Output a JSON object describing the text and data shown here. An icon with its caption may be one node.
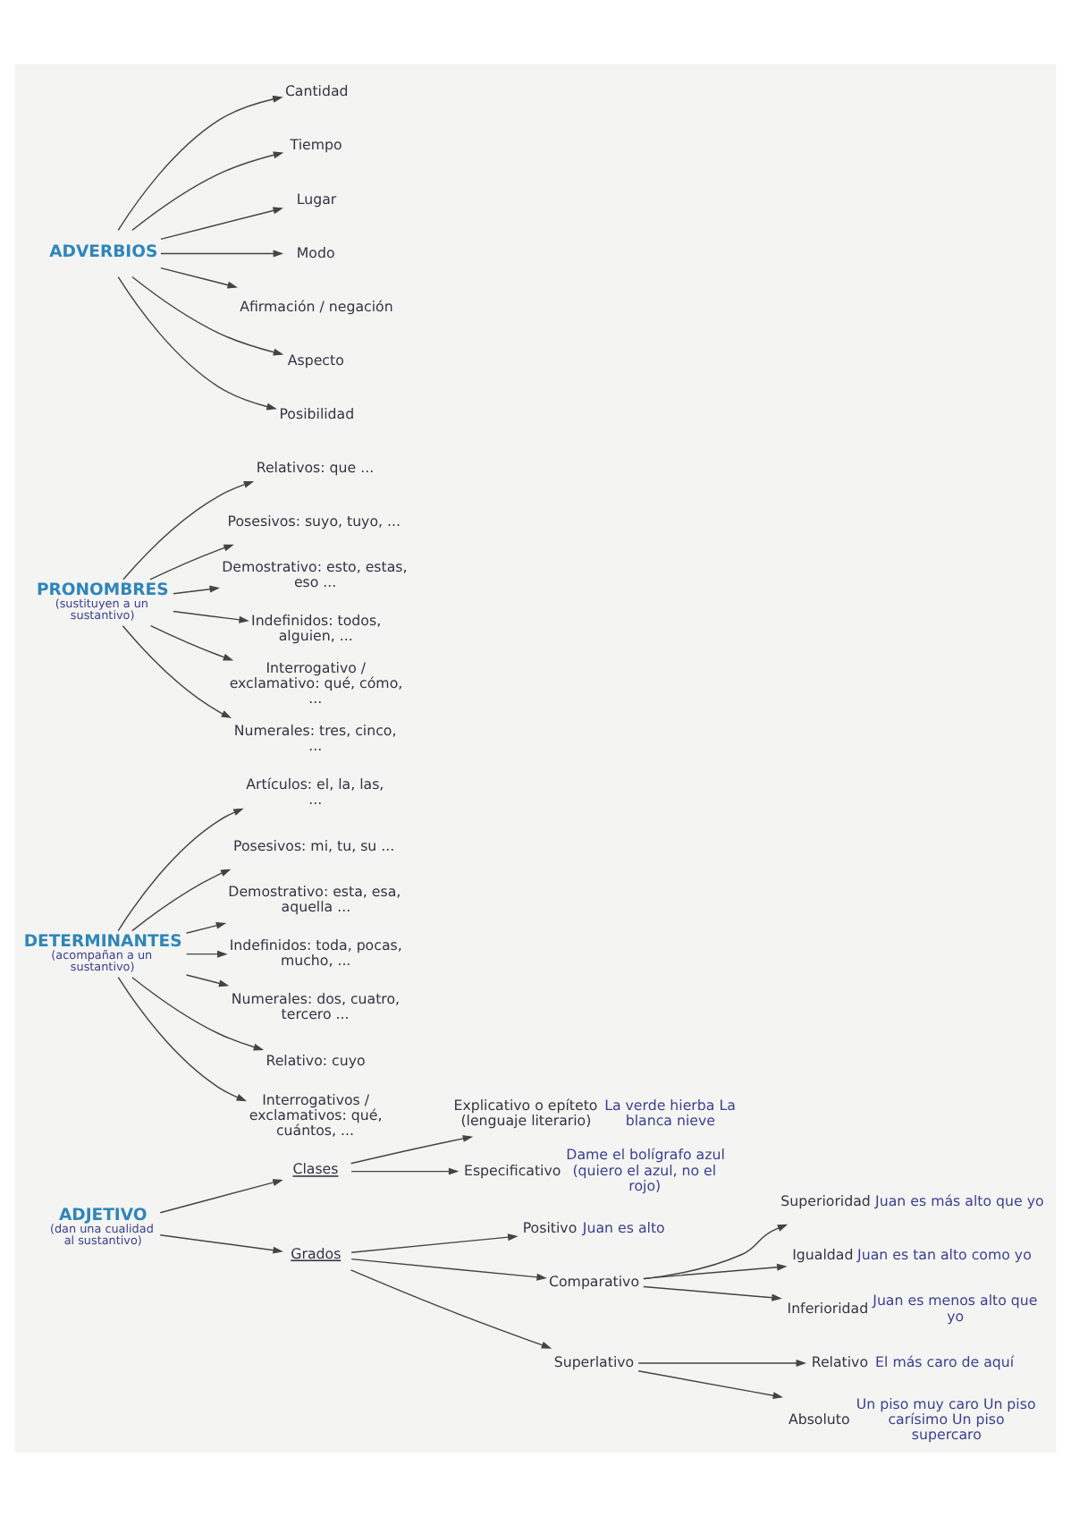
{
  "diagram": {
    "nodes": [
      {
        "text": [
          "ADJETIVO",
          "(dan una cualidad al sustantivo)"
        ]
      },
      {
        "text": [
          "Clases"
        ]
      },
      {
        "text": [
          "Explicativo o epíteto (lenguaje literario)"
        ],
        "beside": [
          "La verde hierba La blanca nieve"
        ]
      },
      {
        "text": [
          "Especificativo"
        ],
        "beside": [
          "Dame el bolígrafo azul (quiero el azul, no el rojo)"
        ]
      },
      {
        "text": [
          "Grados"
        ]
      },
      {
        "text": [
          "Positivo"
        ],
        "beside": [
          "Juan es alto"
        ]
      },
      {
        "text": [
          "Comparativo"
        ]
      },
      {
        "text": [
          "Superioridad"
        ],
        "beside": [
          "Juan es más alto que yo"
        ]
      },
      {
        "text": [
          "Igualdad"
        ],
        "beside": [
          "Juan es tan alto como yo"
        ]
      },
      {
        "text": [
          "Inferioridad"
        ],
        "beside": [
          "Juan es menos alto que yo"
        ]
      },
      {
        "text": [
          "Superlativo"
        ]
      },
      {
        "text": [
          "Relativo"
        ],
        "beside": [
          "El más caro de aquí"
        ]
      },
      {
        "text": [
          "Absoluto"
        ],
        "beside": [
          "Un piso muy caro Un piso carísimo Un piso supercaro"
        ]
      },
      {
        "text": [
          "DETERMINANTES",
          "(acompañan a un sustantivo)"
        ]
      },
      {
        "text": [
          "Artículos: el, la, las, ..."
        ]
      },
      {
        "text": [
          "Posesivos: mi, tu, su ..."
        ]
      },
      {
        "text": [
          "Demostrativo: esta, esa, aquella ..."
        ]
      },
      {
        "text": [
          "Indefinidos: toda, pocas, mucho, ..."
        ]
      },
      {
        "text": [
          "Numerales: dos, cuatro, tercero ..."
        ]
      },
      {
        "text": [
          "Relativo: cuyo"
        ]
      },
      {
        "text": [
          "Interrogativos / exclamativos: qué, cuántos, ..."
        ]
      },
      {
        "text": [
          "PRONOMBRES",
          "(sustituyen a un sustantivo)"
        ]
      },
      {
        "text": [
          "Relativos: que ..."
        ]
      },
      {
        "text": [
          "Posesivos: suyo, tuyo, ..."
        ]
      },
      {
        "text": [
          "Demostrativo: esto, estas, eso ..."
        ]
      },
      {
        "text": [
          "Indefinidos: todos, alguien, ..."
        ]
      },
      {
        "text": [
          "Interrogativo / exclamativo: qué, cómo, ..."
        ]
      },
      {
        "text": [
          "Numerales: tres, cinco, ..."
        ]
      },
      {
        "text": [
          "ADVERBIOS"
        ]
      },
      {
        "text": [
          "Cantidad"
        ]
      },
      {
        "text": [
          "Tiempo"
        ]
      },
      {
        "text": [
          "Lugar"
        ]
      },
      {
        "text": [
          "Modo"
        ]
      },
      {
        "text": [
          "Afirmación / negación"
        ]
      },
      {
        "text": [
          "Aspecto"
        ]
      },
      {
        "text": [
          "Posibilidad"
        ]
      }
    ],
    "edges": [
      {
        "from": 0,
        "to": 1,
        "arrow": "to"
      },
      {
        "from": 1,
        "to": 2,
        "arrow": "to"
      },
      {
        "from": 1,
        "to": 3,
        "arrow": "to"
      },
      {
        "from": 0,
        "to": 4,
        "arrow": "to"
      },
      {
        "from": 4,
        "to": 5,
        "arrow": "to"
      },
      {
        "from": 4,
        "to": 6,
        "arrow": "to"
      },
      {
        "from": 6,
        "to": 7,
        "arrow": "to"
      },
      {
        "from": 6,
        "to": 8,
        "arrow": "to"
      },
      {
        "from": 6,
        "to": 9,
        "arrow": "to"
      },
      {
        "from": 4,
        "to": 10,
        "arrow": "to"
      },
      {
        "from": 10,
        "to": 11,
        "arrow": "to"
      },
      {
        "from": 10,
        "to": 12,
        "arrow": "to"
      },
      {
        "from": 13,
        "to": 14,
        "arrow": "to"
      },
      {
        "from": 13,
        "to": 15,
        "arrow": "to"
      },
      {
        "from": 13,
        "to": 16,
        "arrow": "to"
      },
      {
        "from": 13,
        "to": 17,
        "arrow": "to"
      },
      {
        "from": 13,
        "to": 18,
        "arrow": "to"
      },
      {
        "from": 13,
        "to": 19,
        "arrow": "to"
      },
      {
        "from": 13,
        "to": 20,
        "arrow": "to"
      },
      {
        "from": 21,
        "to": 22,
        "arrow": "to"
      },
      {
        "from": 21,
        "to": 23,
        "arrow": "to"
      },
      {
        "from": 21,
        "to": 24,
        "arrow": "to"
      },
      {
        "from": 21,
        "to": 25,
        "arrow": "to"
      },
      {
        "from": 21,
        "to": 26,
        "arrow": "to"
      },
      {
        "from": 21,
        "to": 27,
        "arrow": "to"
      },
      {
        "from": 28,
        "to": 29,
        "arrow": "to"
      },
      {
        "from": 28,
        "to": 30,
        "arrow": "to"
      },
      {
        "from": 28,
        "to": 31,
        "arrow": "to"
      },
      {
        "from": 28,
        "to": 32,
        "arrow": "to"
      },
      {
        "from": 28,
        "to": 33,
        "arrow": "to"
      },
      {
        "from": 28,
        "to": 34,
        "arrow": "to"
      },
      {
        "from": 28,
        "to": 35,
        "arrow": "to"
      }
    ]
  }
}
